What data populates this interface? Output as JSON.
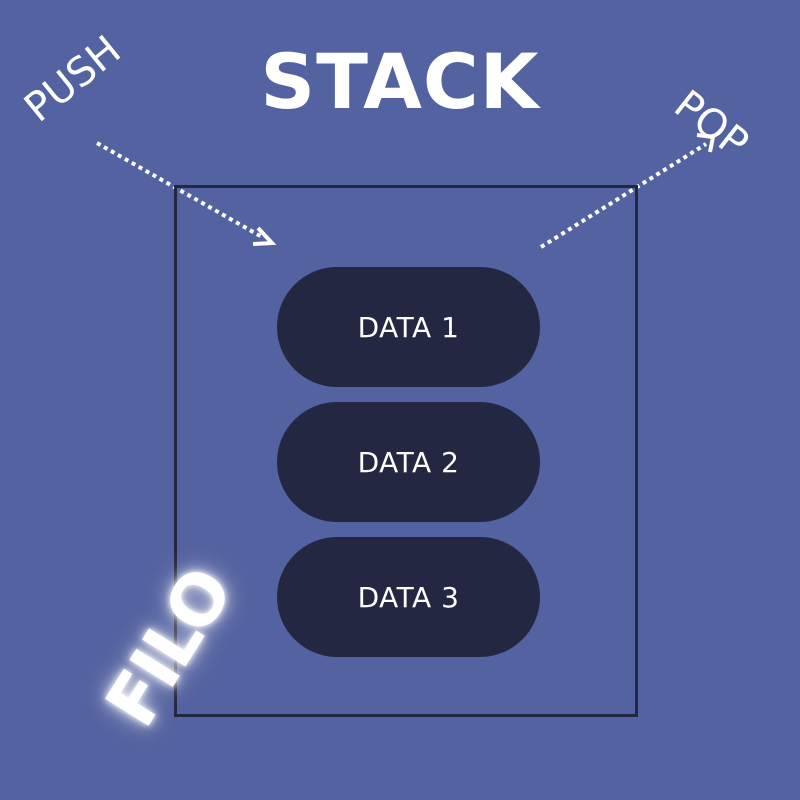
{
  "title": "STACK",
  "push_label": "PUSH",
  "pop_label": "POP",
  "items": [
    {
      "label": "DATA 1"
    },
    {
      "label": "DATA 2"
    },
    {
      "label": "DATA 3"
    }
  ],
  "filo_label": "FILO",
  "colors": {
    "background": "#5362a0",
    "box_border": "#23273f",
    "pill_fill": "#242742",
    "text": "#ffffff"
  }
}
